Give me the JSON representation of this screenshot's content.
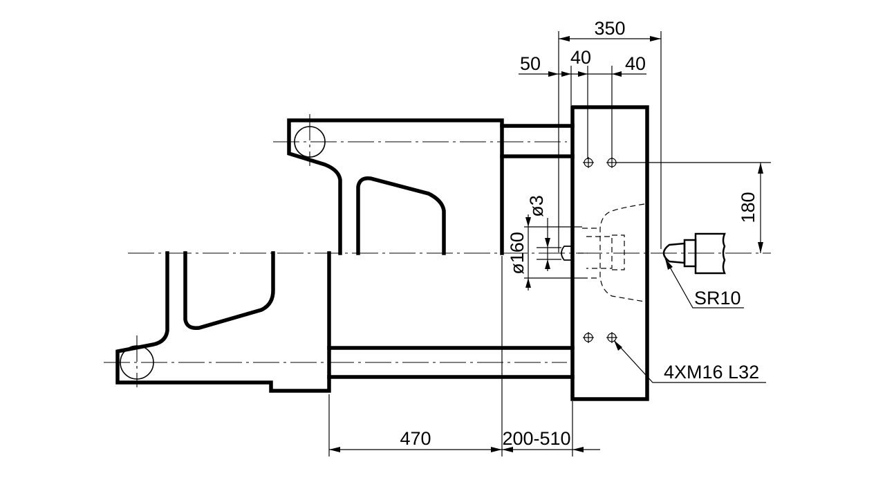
{
  "dimensions": {
    "top_overall": "350",
    "top_left_offset": "50",
    "top_hole_a": "40",
    "top_hole_b": "40",
    "vertical_hole_spacing": "180",
    "small_diameter": "ø3",
    "large_diameter": "ø160",
    "bottom_left": "470",
    "bottom_stroke": "200-510"
  },
  "callouts": {
    "sphere_radius": "SR10",
    "thread_spec": "4XM16 L32"
  },
  "colors": {
    "line": "#000000",
    "background": "#ffffff"
  }
}
